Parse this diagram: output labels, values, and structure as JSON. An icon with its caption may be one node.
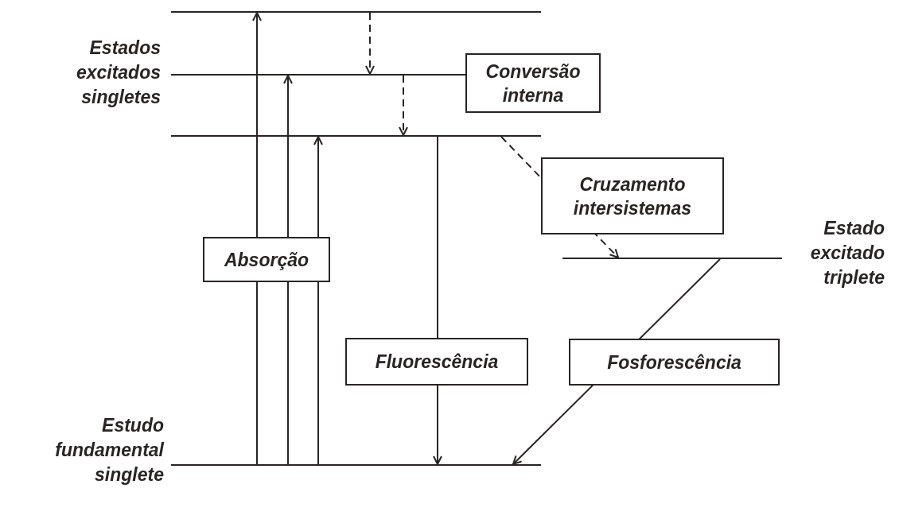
{
  "diagram": {
    "nodes": [
      {
        "text": [],
        "shape": "bar"
      },
      {
        "text": [],
        "shape": "bar",
        "beside": [
          "Estados excitados singletes"
        ]
      },
      {
        "text": [
          "Conversão interna"
        ]
      },
      {
        "text": [],
        "shape": "bar"
      },
      {
        "text": [],
        "shape": "bar",
        "beside": [
          "Estado excitado triplete"
        ]
      },
      {
        "text": [],
        "shape": "bar",
        "beside": [
          "Estudo fundamental singlete"
        ]
      }
    ],
    "edges": [
      {
        "from": 5,
        "to": 0,
        "arrow": "to"
      },
      {
        "from": 5,
        "to": 1,
        "arrow": "to",
        "label": "Absorção"
      },
      {
        "from": 5,
        "to": 3,
        "arrow": "to"
      },
      {
        "from": 0,
        "to": 1,
        "arrow": "to",
        "style": "dashed"
      },
      {
        "from": 1,
        "to": 3,
        "arrow": "to",
        "style": "dashed"
      },
      {
        "from": 3,
        "to": 5,
        "arrow": "to",
        "label": "Fluorescência"
      },
      {
        "from": 3,
        "to": 4,
        "arrow": "to",
        "style": "dashed",
        "label": "Cruzamento intersistemas"
      },
      {
        "from": 4,
        "to": 5,
        "arrow": "to",
        "label": "Fosforescência"
      }
    ]
  }
}
